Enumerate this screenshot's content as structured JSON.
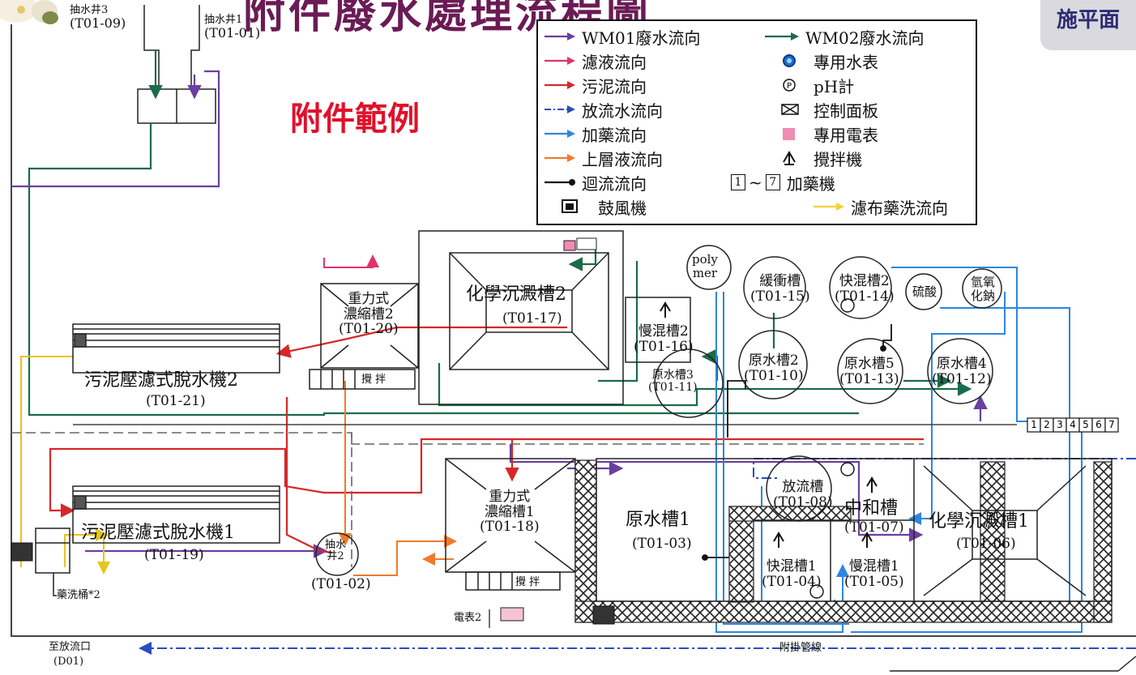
{
  "header": {
    "banner_partial": "附件廢水處理流程圖",
    "corner_tag": "施平面",
    "sample_label": "附件範例"
  },
  "legend": {
    "items": [
      {
        "key": "wm01",
        "label": "WM01廢水流向",
        "color": "#6b3fa0",
        "symbol": "arrow"
      },
      {
        "key": "wm02",
        "label": "WM02廢水流向",
        "color": "#1b6b4a",
        "symbol": "arrow"
      },
      {
        "key": "filtrate",
        "label": "濾液流向",
        "color": "#e0336e",
        "symbol": "arrow"
      },
      {
        "key": "meter",
        "label": "專用水表",
        "color": "#1a6fd0",
        "symbol": "dot"
      },
      {
        "key": "sludge",
        "label": "污泥流向",
        "color": "#d62828",
        "symbol": "arrow"
      },
      {
        "key": "ph",
        "label": "pH計",
        "color": "#111111",
        "symbol": "ph"
      },
      {
        "key": "discharge",
        "label": "放流水流向",
        "color": "#2a4cc0",
        "symbol": "dashdot"
      },
      {
        "key": "panel",
        "label": "控制面板",
        "color": "#111111",
        "symbol": "panel"
      },
      {
        "key": "dosing",
        "label": "加藥流向",
        "color": "#2e86de",
        "symbol": "arrow"
      },
      {
        "key": "emeter",
        "label": "專用電表",
        "color": "#f08cb4",
        "symbol": "square"
      },
      {
        "key": "supernatant",
        "label": "上層液流向",
        "color": "#f07a2a",
        "symbol": "arrow"
      },
      {
        "key": "mixer",
        "label": "攪拌機",
        "color": "#111111",
        "symbol": "mixer"
      },
      {
        "key": "recycle",
        "label": "迴流流向",
        "color": "#111111",
        "symbol": "recycle"
      },
      {
        "key": "dosers",
        "label": "加藥機",
        "color": "#111111",
        "symbol": "boxes",
        "range_a": "1",
        "range_b": "7",
        "sep": "~"
      },
      {
        "key": "blower",
        "label": "鼓風機",
        "color": "#111111",
        "symbol": "blower"
      },
      {
        "key": "wash",
        "label": "濾布藥洗流向",
        "color": "#f2d13a",
        "symbol": "arrow"
      }
    ]
  },
  "units": {
    "well3": {
      "name": "抽水井3",
      "code": "(T01-09)"
    },
    "well1": {
      "name": "抽水井1",
      "code": "(T01-01)"
    },
    "polymer": {
      "name_a": "poly",
      "name_b": "mer"
    },
    "buffer": {
      "name": "緩衝槽",
      "code": "(T01-15)"
    },
    "rapid2": {
      "name": "快混槽2",
      "code": "(T01-14)"
    },
    "acid": {
      "name": "硫酸"
    },
    "caustic": {
      "name_a": "氫氧",
      "name_b": "化鈉"
    },
    "chem2": {
      "name": "化學沉澱槽2",
      "code": "(T01-17)"
    },
    "grav2": {
      "name_a": "重力式",
      "name_b": "濃縮槽2",
      "code": "(T01-20)"
    },
    "slow2": {
      "name": "慢混槽2",
      "code": "(T01-16)"
    },
    "raw3": {
      "name": "原水槽3",
      "code": "(T01-11)"
    },
    "raw2": {
      "name": "原水槽2",
      "code": "(T01-10)"
    },
    "raw5": {
      "name": "原水槽5",
      "code": "(T01-13)"
    },
    "raw4": {
      "name": "原水槽4",
      "code": "(T01-12)"
    },
    "press2": {
      "name": "污泥壓濾式脫水機2",
      "code": "(T01-21)"
    },
    "press1": {
      "name": "污泥壓濾式脫水機1",
      "code": "(T01-19)"
    },
    "well2": {
      "name_a": "抽水",
      "name_b": "井2",
      "code": "(T01-02)"
    },
    "grav1": {
      "name_a": "重力式",
      "name_b": "濃縮槽1",
      "code": "(T01-18)"
    },
    "raw1": {
      "name": "原水槽1",
      "code": "(T01-03)"
    },
    "discharge_tank": {
      "name": "放流槽",
      "code": "(T01-08)"
    },
    "neutral": {
      "name": "中和槽",
      "code": "(T01-07)"
    },
    "rapid1": {
      "name": "快混槽1",
      "code": "(T01-04)"
    },
    "slow1": {
      "name": "慢混槽1",
      "code": "(T01-05)"
    },
    "chem1": {
      "name": "化學沉澱槽1",
      "code": "(T01-06)"
    }
  },
  "labels": {
    "wash_bucket": "藥洗桶*2",
    "emeter2": "電表2",
    "outfall": "至放流口",
    "outfall_code": "(D01)",
    "attached_pipe": "附掛管線",
    "tank_mark": "攪 拌",
    "doser_digits": [
      "1",
      "2",
      "3",
      "4",
      "5",
      "6",
      "7"
    ]
  }
}
